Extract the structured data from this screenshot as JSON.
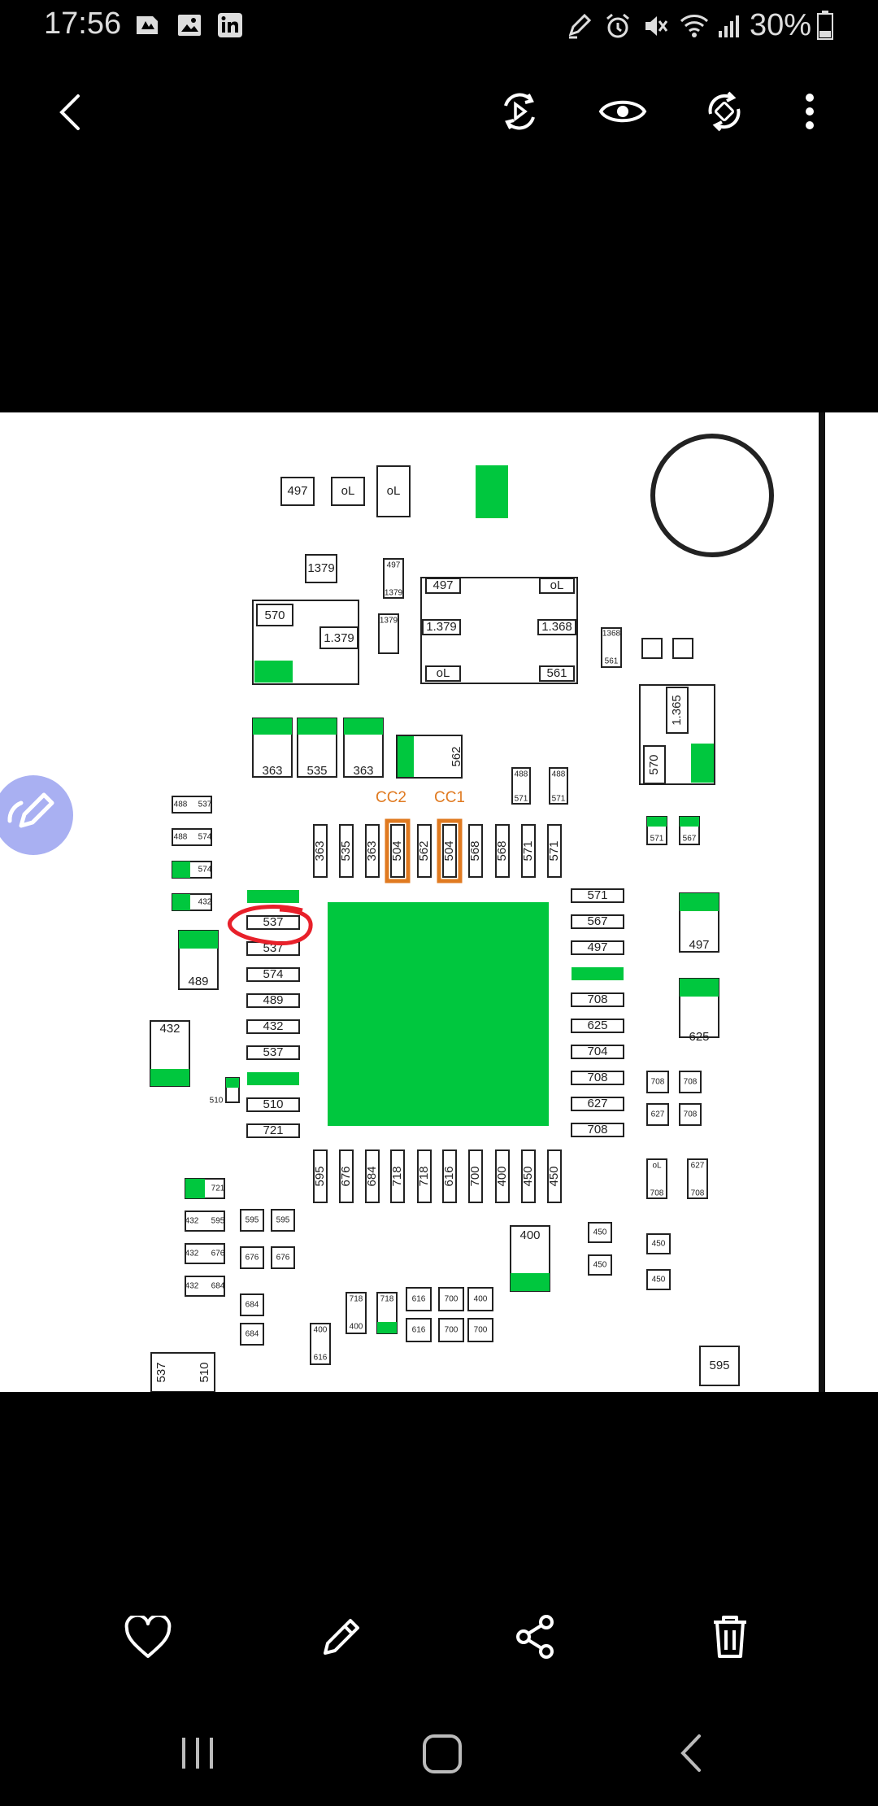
{
  "status_bar": {
    "time": "17:56",
    "battery": "30%",
    "icons": [
      "notification-icon",
      "gallery-icon",
      "linkedin-icon",
      "pen-icon",
      "alarm-icon",
      "mute-icon",
      "wifi-icon",
      "signal-icon",
      "battery-icon"
    ]
  },
  "board": {
    "labels": {
      "cc1": "CC1",
      "cc2": "CC2"
    },
    "top": {
      "a": "497",
      "b": "oL",
      "c": "oL",
      "d": "1379",
      "e": "497",
      "f": "1379",
      "g": "1379",
      "h": "570",
      "i": "1.379",
      "j": "497",
      "k": "oL",
      "l": "1.379",
      "m": "1.368",
      "n": "oL",
      "o": "561",
      "p": "1368",
      "q": "561",
      "r": "1.365",
      "s": "570"
    },
    "row2": {
      "a": "363",
      "b": "535",
      "c": "363",
      "d": "562",
      "e": "488",
      "f": "571",
      "g": "488",
      "h": "571"
    },
    "left_small": {
      "a": "488",
      "b": "537",
      "c": "488",
      "d": "574",
      "e": "574",
      "f": "432"
    },
    "pins_top": [
      "363",
      "535",
      "363",
      "504",
      "562",
      "504",
      "568",
      "568",
      "571",
      "571"
    ],
    "pins_left": [
      "537",
      "537",
      "574",
      "489",
      "432",
      "537",
      "510",
      "721"
    ],
    "pins_right": [
      "571",
      "567",
      "497",
      "708",
      "625",
      "704",
      "708",
      "627",
      "708"
    ],
    "pins_bottom": [
      "595",
      "676",
      "684",
      "718",
      "718",
      "616",
      "700",
      "400",
      "450",
      "450"
    ],
    "right_side": {
      "a": "571",
      "b": "567",
      "c": "497",
      "d": "625",
      "e": "708",
      "f": "708",
      "g": "627",
      "h": "708",
      "i": "oL",
      "j": "708",
      "k": "627",
      "l": "708",
      "m": "450",
      "n": "450",
      "o": "450",
      "p": "450",
      "q": "595"
    },
    "left_side": {
      "a": "489",
      "b": "432",
      "c": "510",
      "d": "721",
      "e": "432",
      "f": "595",
      "g": "432",
      "h": "676",
      "i": "432",
      "j": "684",
      "k": "595",
      "l": "595",
      "m": "676",
      "n": "676",
      "o": "684",
      "p": "684",
      "q": "537",
      "r": "510"
    },
    "bottom_parts": {
      "a": "400",
      "b": "718",
      "c": "400",
      "d": "718",
      "e": "616",
      "f": "700",
      "g": "400",
      "h": "616",
      "i": "700",
      "j": "700",
      "k": "400",
      "l": "616"
    }
  },
  "toolbar": {
    "icons": [
      "back-icon",
      "motion-photo-icon",
      "eye-icon",
      "rotate-icon",
      "more-icon"
    ]
  },
  "bottom_actions": [
    "heart-icon",
    "edit-icon",
    "share-icon",
    "delete-icon"
  ],
  "nav": [
    "recents-icon",
    "home-icon",
    "back-icon"
  ]
}
